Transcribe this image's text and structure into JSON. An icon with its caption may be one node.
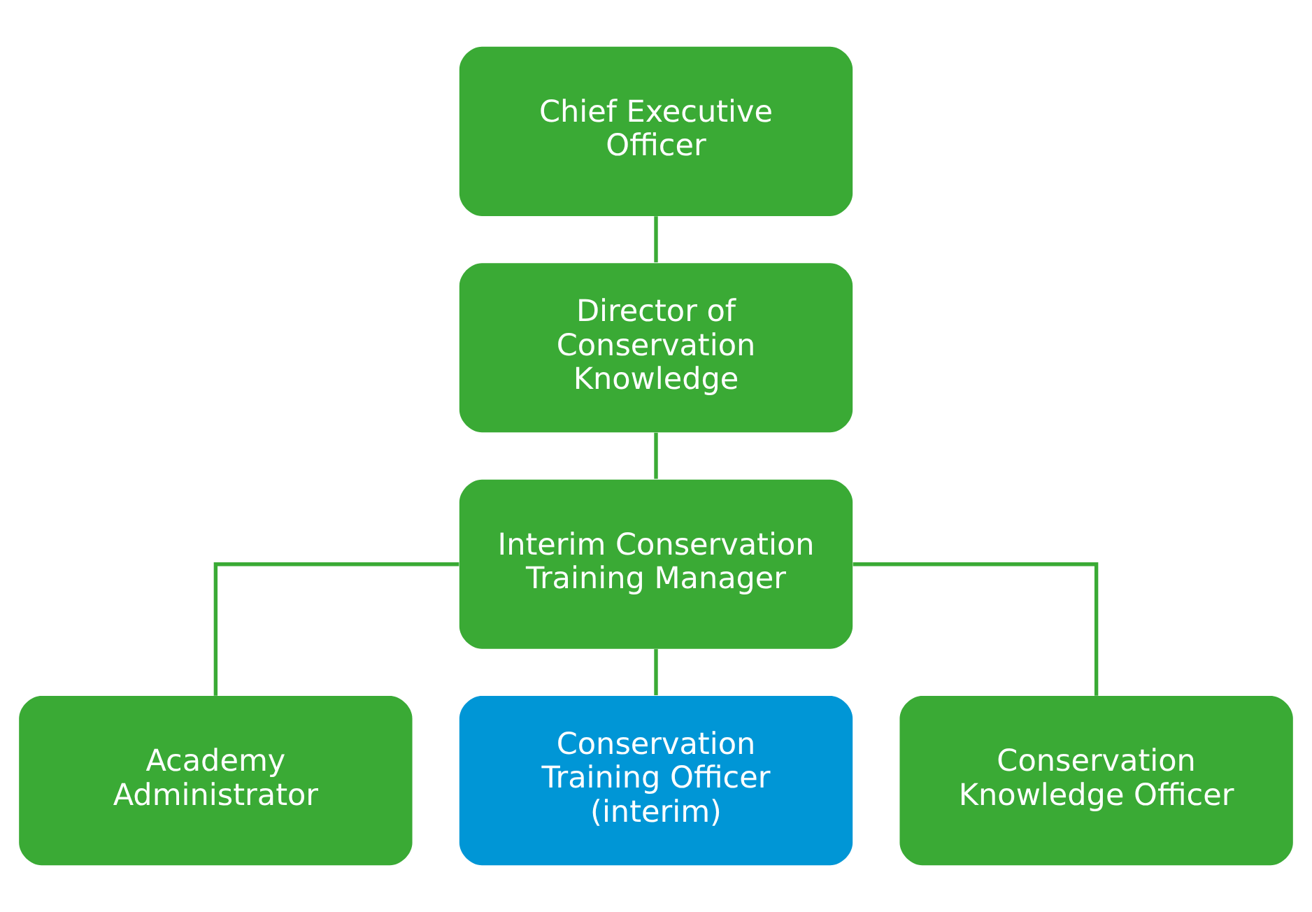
{
  "diagram": {
    "nodes": [
      {
        "text": [
          "Chief Executive Officer"
        ]
      },
      {
        "text": [
          "Director of Conservation Knowledge"
        ]
      },
      {
        "text": [
          "Interim Conservation Training Manager"
        ]
      },
      {
        "text": [
          "Academy Administrator"
        ]
      },
      {
        "text": [
          "Conservation Training Officer (interim)"
        ]
      },
      {
        "text": [
          "Conservation Knowledge Officer"
        ]
      }
    ],
    "edges": [
      {
        "from": 0,
        "to": 1,
        "arrow": "none"
      },
      {
        "from": 1,
        "to": 2,
        "arrow": "none"
      },
      {
        "from": 2,
        "to": 3,
        "arrow": "none"
      },
      {
        "from": 2,
        "to": 4,
        "arrow": "none"
      },
      {
        "from": 2,
        "to": 5,
        "arrow": "none"
      }
    ]
  }
}
